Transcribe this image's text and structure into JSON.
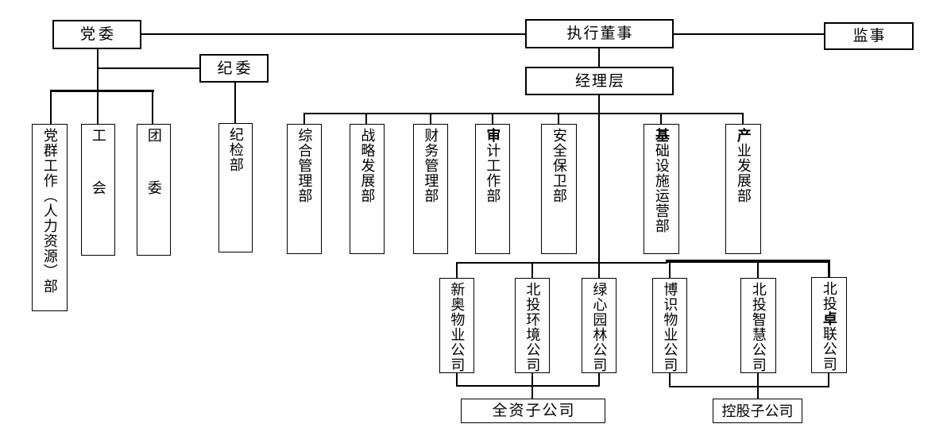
{
  "diagram": {
    "type": "org-chart",
    "language": "zh-CN",
    "nodes": {
      "party_committee": {
        "label": "党委"
      },
      "executive_director": {
        "label": "执行董事"
      },
      "supervisor": {
        "label": "监事"
      },
      "discipline_committee": {
        "label": "纪委"
      },
      "management_team": {
        "label": "经理层"
      },
      "party_mass_hr_dept": {
        "label": "党群工作（人力资源）部"
      },
      "labor_union": {
        "label": "工会"
      },
      "youth_league": {
        "label": "团委"
      },
      "discipline_inspection_dept": {
        "label": "纪检部"
      },
      "general_management_dept": {
        "label": "综合管理部"
      },
      "strategic_development_dept": {
        "label": "战略发展部"
      },
      "financial_management_dept": {
        "label": "财务管理部"
      },
      "audit_dept": {
        "pre": "",
        "bold": "审",
        "rest": "计工作部",
        "label": "审计工作部"
      },
      "security_dept": {
        "label": "安全保卫部"
      },
      "infrastructure_operations_dept": {
        "pre": "",
        "bold": "基",
        "rest": "础设施运营部",
        "label": "基础设施运营部"
      },
      "industry_development_dept": {
        "pre": "",
        "bold": "产",
        "rest": "业发展部",
        "label": "产业发展部"
      },
      "xinao_property": {
        "label": "新奥物业公司"
      },
      "beitou_environment": {
        "label": "北投环境公司"
      },
      "lvxin_landscaping": {
        "label": "绿心园林公司"
      },
      "boshi_property": {
        "label": "博识物业公司"
      },
      "beitou_smart": {
        "label": "北投智慧公司"
      },
      "beitou_zhuolian": {
        "pre": "北投",
        "bold": "卓",
        "rest": "联公司",
        "label": "北投卓联公司"
      },
      "wholly_owned_subsidiaries": {
        "label": "全资子公司"
      },
      "holding_subsidiaries": {
        "label": "控股子公司"
      }
    },
    "colors": {
      "line": "#000000",
      "box_border": "#000000",
      "background": "#ffffff"
    }
  }
}
